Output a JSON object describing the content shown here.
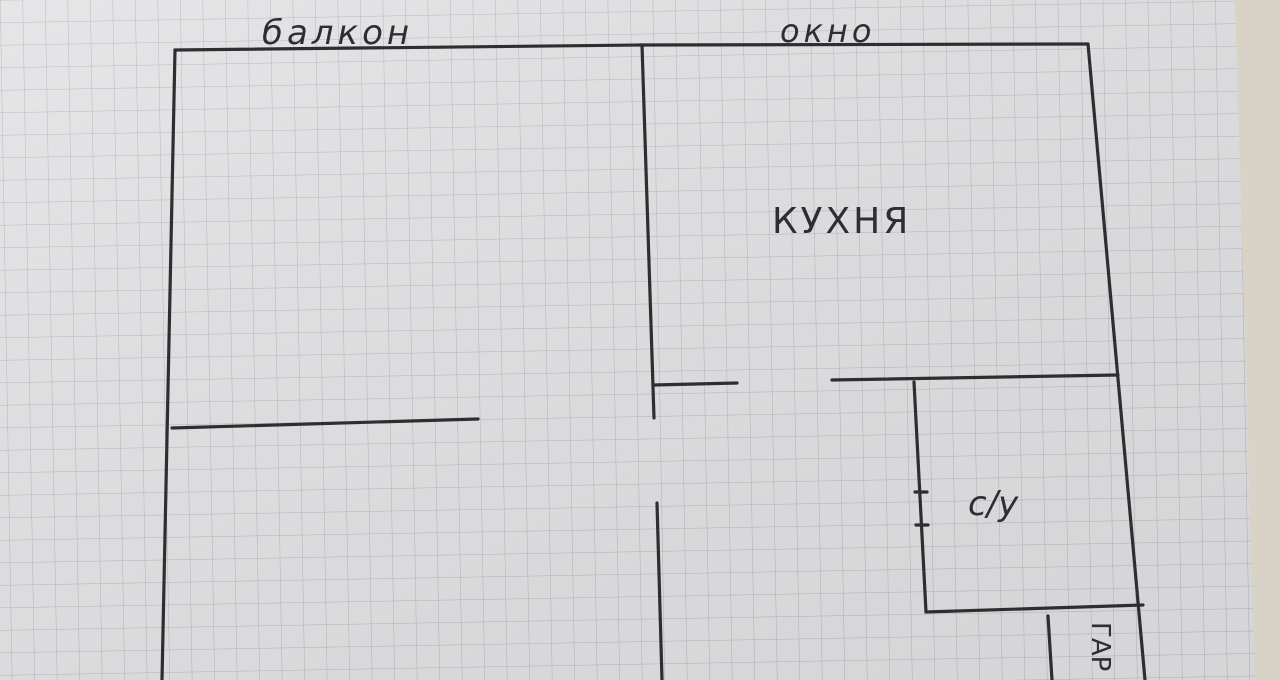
{
  "plan": {
    "labels": {
      "balcony": "балкон",
      "window": "окно",
      "kitchen": "кухня",
      "bathroom": "с/у",
      "wardrobe": "гар"
    }
  },
  "colors": {
    "paper": "#e4e4e6",
    "grid": "#b5b8c0",
    "ink": "#2f2d2f",
    "table": "#d8d3c6"
  }
}
